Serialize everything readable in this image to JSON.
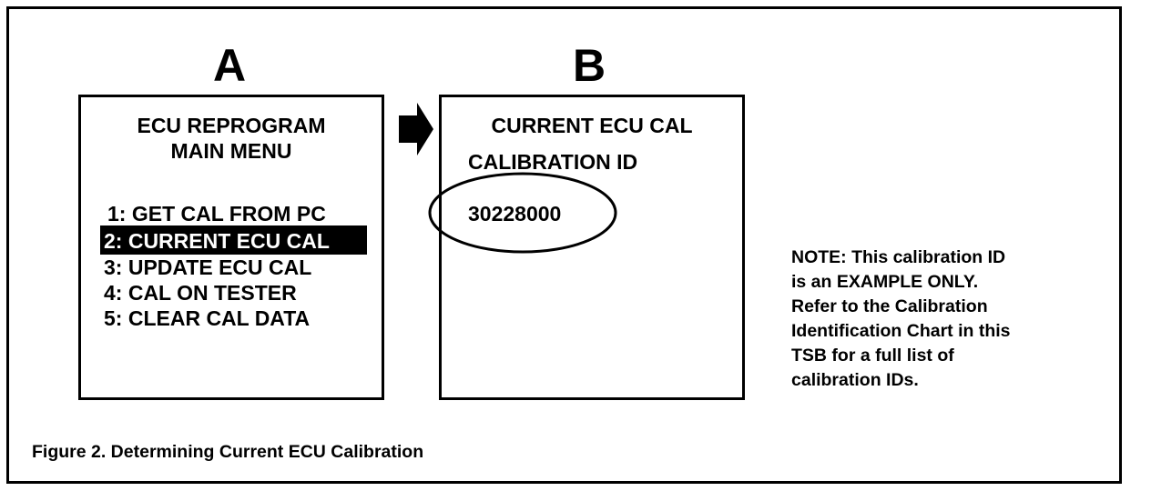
{
  "panel_a": {
    "letter": "A",
    "title_line1": "ECU REPROGRAM",
    "title_line2": "MAIN MENU",
    "menu": [
      "1: GET CAL FROM PC",
      "2: CURRENT ECU CAL",
      "3: UPDATE ECU CAL",
      "4: CAL ON TESTER",
      "5: CLEAR CAL DATA"
    ],
    "selected_index": 1
  },
  "panel_b": {
    "letter": "B",
    "title": "CURRENT ECU CAL",
    "label": "CALIBRATION ID",
    "value": "30228000"
  },
  "note": [
    "NOTE: This calibration ID",
    "is an EXAMPLE ONLY.",
    "Refer to the Calibration",
    "Identification Chart in this",
    "TSB for a full list of",
    "calibration IDs."
  ],
  "caption": "Figure 2. Determining Current ECU Calibration",
  "colors": {
    "ink": "#000000",
    "paper": "#ffffff"
  },
  "icons": {
    "arrow": "right-arrow-icon",
    "circle": "callout-ellipse"
  }
}
